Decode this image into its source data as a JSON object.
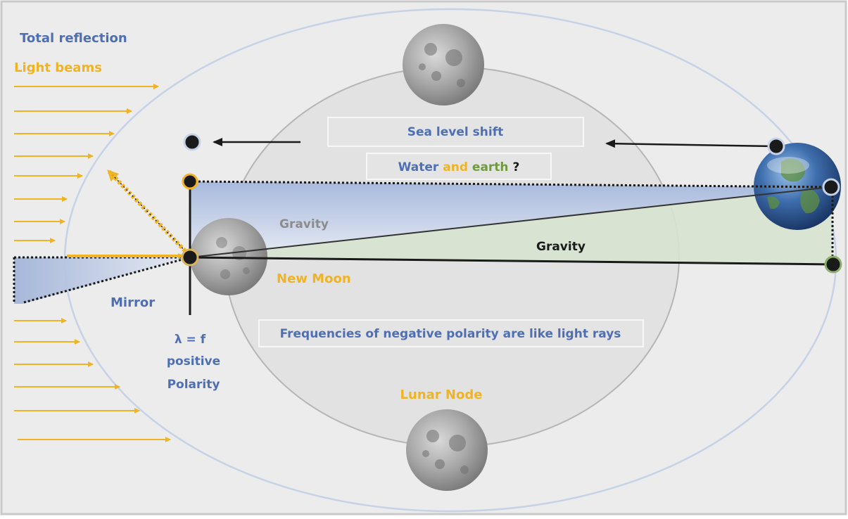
{
  "labels": {
    "total_reflection": "Total reflection",
    "light_beams": "Light beams",
    "sea_level_shift": "Sea level shift",
    "water_and_earth": {
      "water": "Water",
      "and": " and ",
      "earth": "earth",
      "question": " ?"
    },
    "gravity_upper": "Gravity",
    "gravity_lower": "Gravity",
    "new_moon": "New Moon",
    "mirror": "Mirror",
    "lambda_f": "λ = f",
    "positive": "positive",
    "polarity": "Polarity",
    "frequencies": "Frequencies of negative polarity are like light rays",
    "lunar_node": "Lunar Node"
  },
  "colors": {
    "background": "#ececec",
    "frame": "#c9c9c9",
    "inner_disc": "#e2e2e2",
    "blue_text": "#4f6fb5",
    "gold": "#f0b323",
    "green_text": "#6f9a3f",
    "grey_text": "#8c8c8c",
    "dark": "#1a1a1a",
    "outer_orbit": "#c7d2e6"
  },
  "icons": {
    "moon_top": "moon-image",
    "moon_mid": "moon-image",
    "moon_bottom": "moon-image",
    "earth": "earth-image"
  }
}
